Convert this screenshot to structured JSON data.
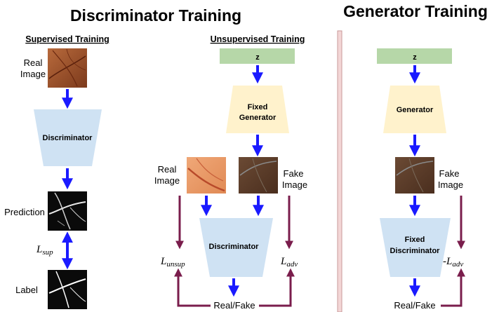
{
  "titles": {
    "discriminator_training": "Discriminator Training",
    "generator_training": "Generator Training"
  },
  "supervised": {
    "heading": "Supervised Training",
    "real_image_line1": "Real",
    "real_image_line2": "Image",
    "discriminator": "Discriminator",
    "prediction": "Prediction",
    "loss_main": "L",
    "loss_sub": "sup",
    "label": "Label"
  },
  "unsupervised": {
    "heading": "Unsupervised Training",
    "z": "z",
    "fixed_generator_line1": "Fixed",
    "fixed_generator_line2": "Generator",
    "real_image_line1": "Real",
    "real_image_line2": "Image",
    "fake_image_line1": "Fake",
    "fake_image_line2": "Image",
    "discriminator": "Discriminator",
    "loss_unsup_main": "L",
    "loss_unsup_sub": "unsup",
    "loss_adv_main": "L",
    "loss_adv_sub": "adv",
    "output": "Real/Fake"
  },
  "generator_training": {
    "z": "z",
    "generator": "Generator",
    "fake_image_line1": "Fake",
    "fake_image_line2": "Image",
    "fixed_discriminator_line1": "Fixed",
    "fixed_discriminator_line2": "Discriminator",
    "loss_main": "-L",
    "loss_sub": "adv",
    "output": "Real/Fake"
  },
  "colors": {
    "flow_arrow": "#1a1aff",
    "loss_arrow": "#7a1d4c",
    "discriminator_fill": "#cfe2f3",
    "generator_fill": "#fff2cc",
    "z_fill": "#b6d7a8",
    "divider": "#e6b8b8"
  }
}
